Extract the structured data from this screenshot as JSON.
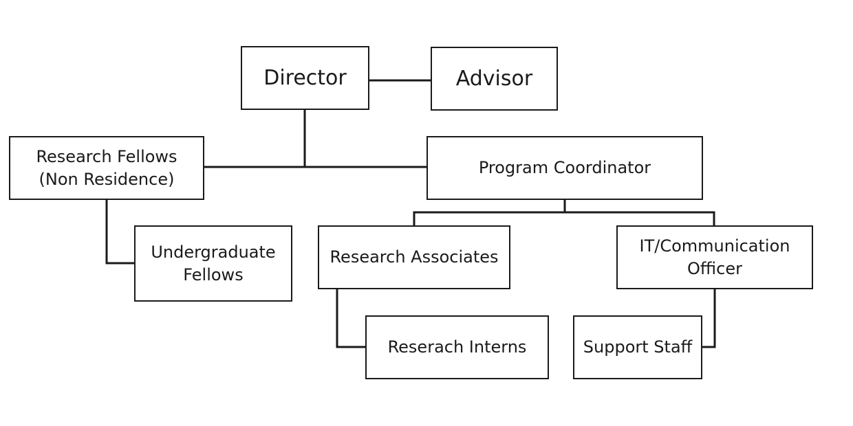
{
  "chart": {
    "nodes": {
      "director": "Director",
      "advisor": "Advisor",
      "research_fellows": "Research Fellows\n(Non Residence)",
      "program_coordinator": "Program Coordinator",
      "undergraduate_fellows": "Undergraduate\nFellows",
      "research_associates": "Research Associates",
      "it_communication_officer": "IT/Communication\nOfficer",
      "research_interns": "Reserach Interns",
      "support_staff": "Support Staff"
    },
    "colors": {
      "line": "#1a1a1a",
      "box_border": "#1a1a1a",
      "background": "#ffffff"
    }
  }
}
